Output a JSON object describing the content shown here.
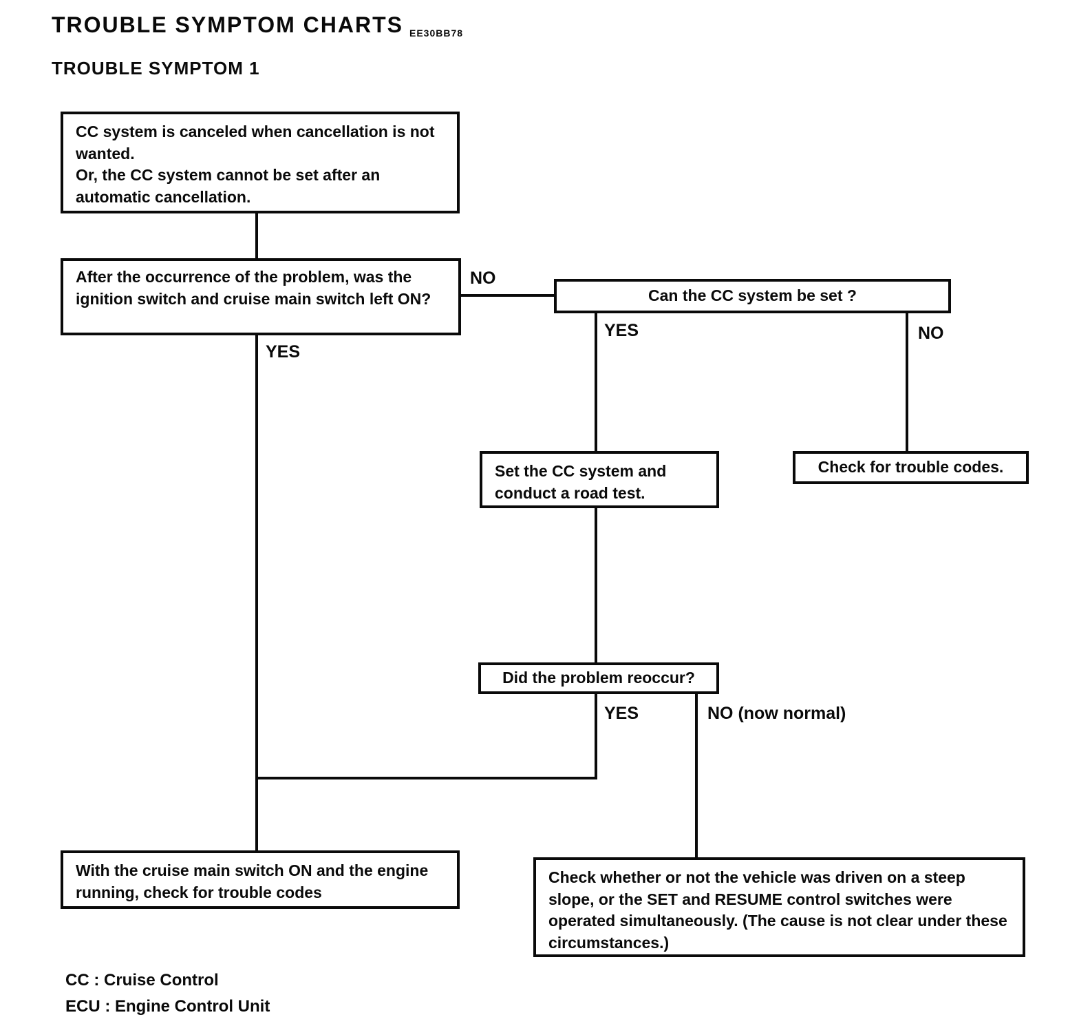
{
  "header": {
    "title": "TROUBLE SYMPTOM CHARTS",
    "code": "EE30BB78",
    "subtitle": "TROUBLE SYMPTOM 1"
  },
  "nodes": {
    "symptom": {
      "line1": "CC system is canceled when cancellation is not wanted.",
      "line2": "Or, the CC system cannot be set after an automatic cancellation."
    },
    "q_switch_left_on": {
      "text": "After the occurrence of the problem, was the ignition switch and cruise main switch left ON?"
    },
    "q_cc_set": {
      "text": "Can the CC system be set ?"
    },
    "road_test": {
      "text": "Set the CC system and conduct a road test."
    },
    "check_codes": {
      "text": "Check for trouble codes."
    },
    "q_reoccur": {
      "text": "Did the problem reoccur?"
    },
    "check_codes_engine_running": {
      "text": "With the cruise main switch ON and the engine running, check for trouble codes"
    },
    "check_steep_slope": {
      "text": "Check whether or not the vehicle was driven on a steep slope, or the SET and RESUME control switches were operated simultaneously. (The cause is not clear under these circumstances.)"
    }
  },
  "branch_labels": {
    "no_switch_left_on": "NO",
    "yes_switch_left_on": "YES",
    "yes_cc_set": "YES",
    "no_cc_set": "NO",
    "yes_reoccur": "YES",
    "no_reoccur": "NO (now normal)"
  },
  "legend": {
    "cc": "CC : Cruise Control",
    "ecu": "ECU : Engine Control Unit"
  },
  "colors": {
    "ink": "#0a0a0a",
    "paper": "#ffffff"
  }
}
